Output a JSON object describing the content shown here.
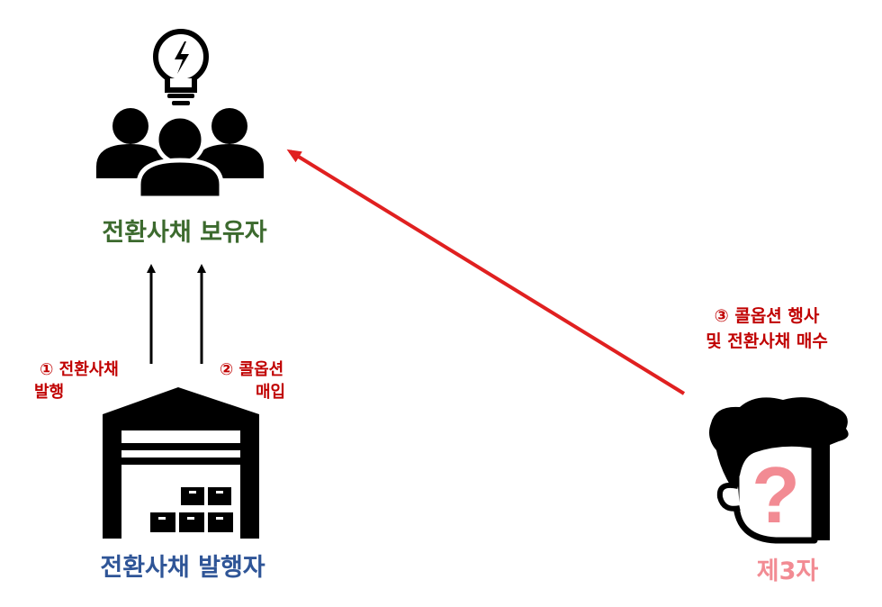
{
  "nodes": {
    "holder": {
      "title": "전환사채 보유자"
    },
    "issuer": {
      "title": "전환사채 발행자"
    },
    "third_party": {
      "title": "제3자",
      "symbol": "?"
    }
  },
  "steps": {
    "step1": {
      "line1": "① 전환사채",
      "line2": "발행"
    },
    "step2": {
      "line1": "② 콜옵션",
      "line2": "매입"
    },
    "step3": {
      "line1": "③ 콜옵션 행사",
      "line2": "및 전환사채 매수"
    }
  },
  "colors": {
    "holder": "#3c6a2e",
    "issuer": "#2f5597",
    "third_party": "#f28b93",
    "step_text": "#c00000",
    "arrow_red": "#e02020",
    "icon": "#000000"
  },
  "icons": [
    "lightbulb-icon",
    "people-group-icon",
    "warehouse-icon",
    "person-head-icon"
  ]
}
